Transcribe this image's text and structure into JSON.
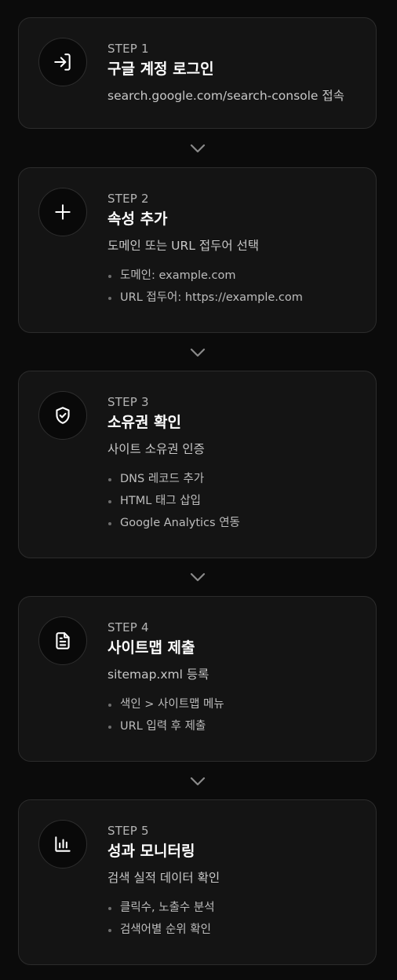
{
  "steps": [
    {
      "icon": "login-icon",
      "label": "STEP 1",
      "title": "구글 계정 로그인",
      "description": "search.google.com/search-console 접속",
      "bullets": []
    },
    {
      "icon": "plus-icon",
      "label": "STEP 2",
      "title": "속성 추가",
      "description": "도메인 또는 URL 접두어 선택",
      "bullets": [
        "도메인: example.com",
        "URL 접두어: https://example.com"
      ]
    },
    {
      "icon": "shield-check-icon",
      "label": "STEP 3",
      "title": "소유권 확인",
      "description": "사이트 소유권 인증",
      "bullets": [
        "DNS 레코드 추가",
        "HTML 태그 삽입",
        "Google Analytics 연동"
      ]
    },
    {
      "icon": "document-icon",
      "label": "STEP 4",
      "title": "사이트맵 제출",
      "description": "sitemap.xml 등록",
      "bullets": [
        "색인 > 사이트맵 메뉴",
        "URL 입력 후 제출"
      ]
    },
    {
      "icon": "bar-chart-icon",
      "label": "STEP 5",
      "title": "성과 모니터링",
      "description": "검색 실적 데이터 확인",
      "bullets": [
        "클릭수, 노출수 분석",
        "검색어별 순위 확인"
      ]
    }
  ],
  "colors": {
    "background": "#0b0b0b",
    "card": "#141414",
    "card_border": "#2c2c2c",
    "step_label": "#b3b3b3",
    "title": "#ffffff",
    "description": "#c8c8c8",
    "bullet_text": "#bdbdbd",
    "chevron": "#8a8a8a"
  }
}
